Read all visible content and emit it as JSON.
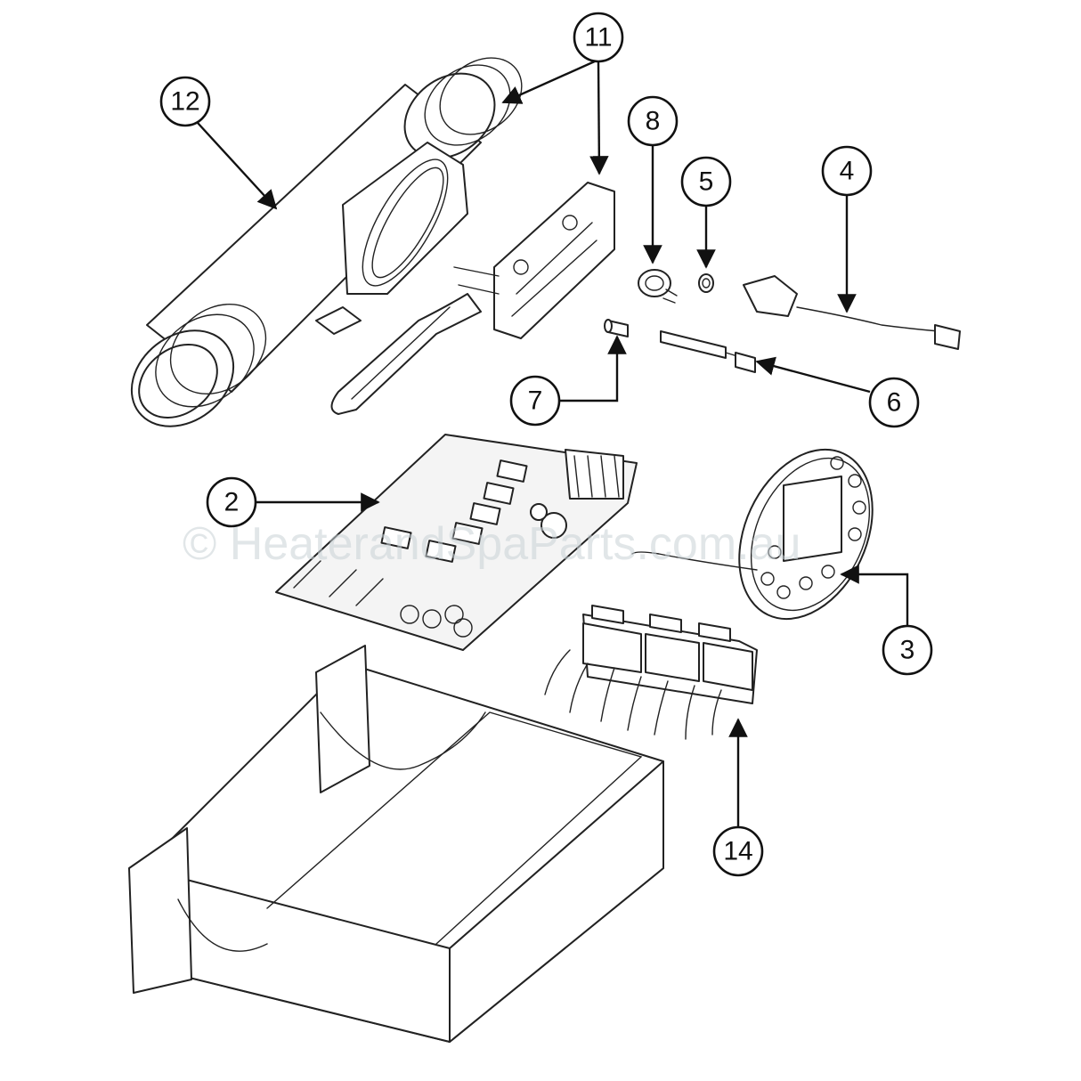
{
  "callouts": {
    "c12": "12",
    "c11": "11",
    "c8": "8",
    "c5": "5",
    "c4": "4",
    "c7": "7",
    "c6": "6",
    "c2": "2",
    "c3": "3",
    "c14": "14"
  },
  "watermark": "© HeaterandSpaParts.com.au",
  "colors": {
    "line": "#222222",
    "watermark": "#c9d2d6"
  }
}
